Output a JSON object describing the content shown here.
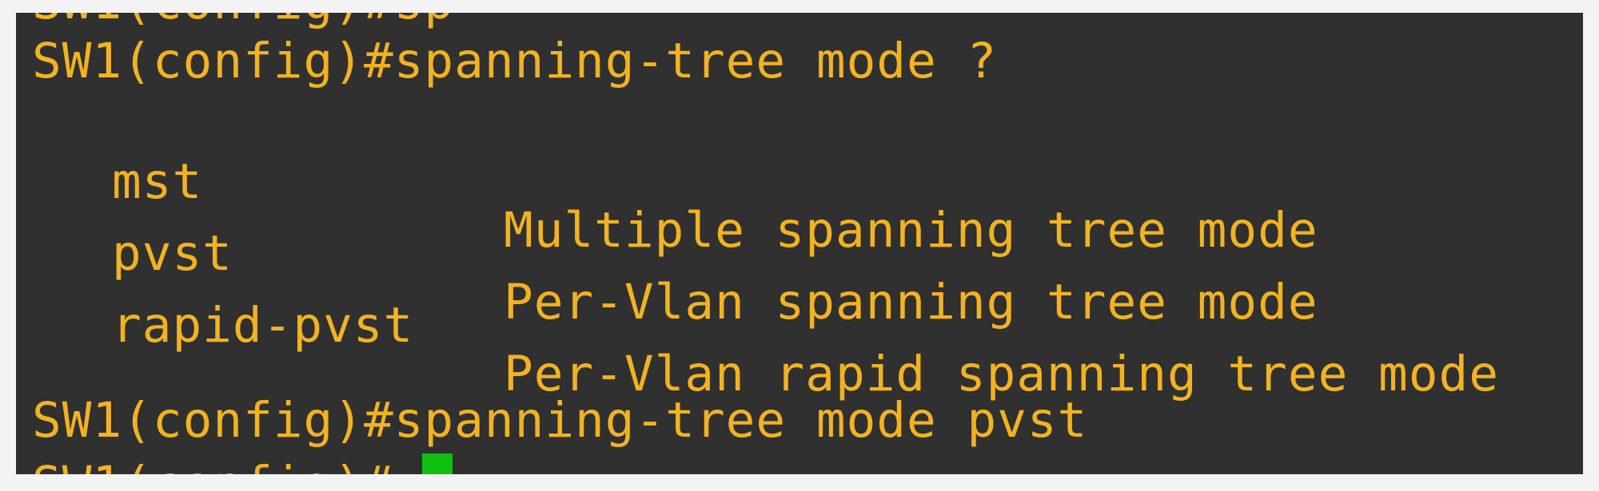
{
  "terminal": {
    "cutoff_top": "SW1(config)#sp",
    "lines": [
      "SW1(config)#spanning-tree mode ?"
    ],
    "options": [
      {
        "key": "mst",
        "description": "Multiple spanning tree mode"
      },
      {
        "key": "pvst",
        "description": "Per-Vlan spanning tree mode"
      },
      {
        "key": "rapid-pvst",
        "description": "Per-Vlan rapid spanning tree mode"
      }
    ],
    "command": "SW1(config)#spanning-tree mode pvst",
    "cutoff_bottom": "SW1(config)#"
  },
  "colors": {
    "background": "#303030",
    "text": "#f2b321",
    "cursor": "#10c010"
  }
}
